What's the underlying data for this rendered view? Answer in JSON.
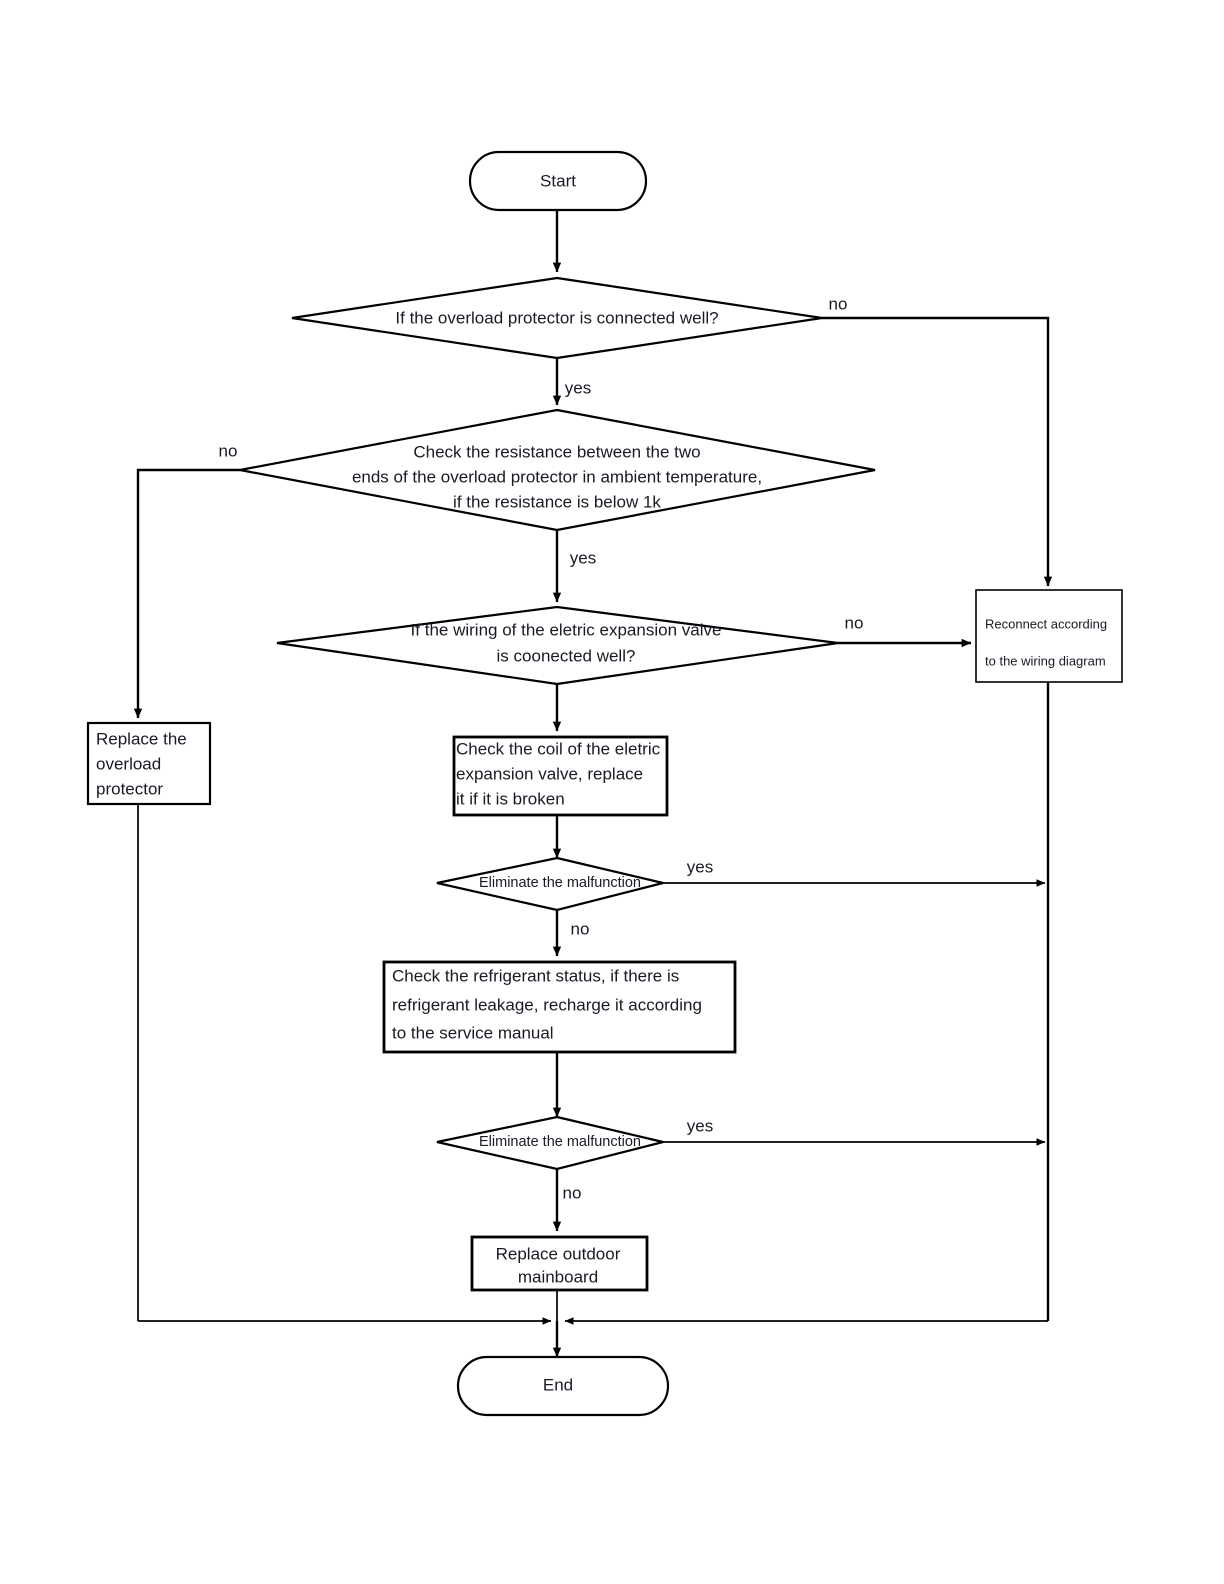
{
  "diagram": {
    "type": "flowchart",
    "title": "Overload protector / electric expansion valve troubleshooting flowchart",
    "background_color": "#ffffff",
    "line_color": "#000000",
    "text_color": "#1a1a24"
  },
  "nodes": {
    "start": {
      "label": "Start",
      "shape": "terminator"
    },
    "decision_overload_connected": {
      "label": "If the overload protector is connected well?",
      "shape": "decision"
    },
    "decision_resistance": {
      "shape": "decision",
      "line1": "Check the resistance between the two",
      "line2": "ends of the overload protector in ambient temperature,",
      "line3": "if the resistance is below 1k"
    },
    "decision_valve_wiring": {
      "shape": "decision",
      "line1": "If the wiring of the eletric expansion valve",
      "line2": "is coonected well?"
    },
    "process_replace_overload": {
      "shape": "process",
      "line1": "Replace the",
      "line2": "overload",
      "line3": "protector"
    },
    "process_reconnect": {
      "shape": "process",
      "line1": "Reconnect according",
      "line2": "to the wiring diagram"
    },
    "process_check_coil": {
      "shape": "process",
      "line1": "Check the coil of the eletric",
      "line2": "expansion valve, replace",
      "line3": "it if it is broken"
    },
    "decision_eliminate_1": {
      "shape": "decision",
      "label": "Eliminate the malfunction"
    },
    "process_check_refrigerant": {
      "shape": "process",
      "line1": "Check the refrigerant status, if there is",
      "line2": "refrigerant leakage, recharge it according",
      "line3": "to the service manual"
    },
    "decision_eliminate_2": {
      "shape": "decision",
      "label": "Eliminate the malfunction"
    },
    "process_replace_mainboard": {
      "shape": "process",
      "line1": "Replace outdoor",
      "line2": "mainboard"
    },
    "end": {
      "label": "End",
      "shape": "terminator"
    }
  },
  "edge_labels": {
    "overload_no": "no",
    "overload_yes": "yes",
    "resistance_no": "no",
    "resistance_yes": "yes",
    "valve_no": "no",
    "eliminate1_yes": "yes",
    "eliminate1_no": "no",
    "eliminate2_yes": "yes",
    "eliminate2_no": "no"
  }
}
